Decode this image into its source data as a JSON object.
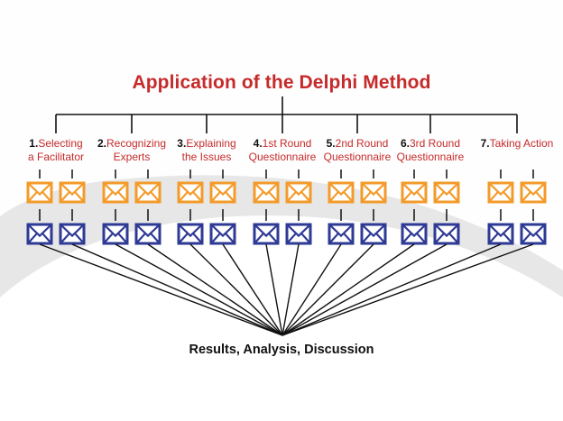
{
  "title": "Application of the Delphi Method",
  "steps": [
    {
      "num": "1.",
      "line1": "Selecting",
      "line2": "a Facilitator"
    },
    {
      "num": "2.",
      "line1": "Recognizing",
      "line2": "Experts"
    },
    {
      "num": "3.",
      "line1": "Explaining",
      "line2": "the Issues"
    },
    {
      "num": "4.",
      "line1": "1st Round",
      "line2": "Questionnaire"
    },
    {
      "num": "5.",
      "line1": "2nd Round",
      "line2": "Questionnaire"
    },
    {
      "num": "6.",
      "line1": "3rd Round",
      "line2": "Questionnaire"
    },
    {
      "num": "7.",
      "line1": "Taking Action",
      "line2": ""
    }
  ],
  "result": "Results, Analysis, Discussion",
  "colors": {
    "title": "#c62a2a",
    "envelope_top": "#f39b2a",
    "envelope_bottom": "#2e3a94",
    "lines": "#111111"
  },
  "icons": {
    "top_row": "envelope-icon",
    "bottom_row": "envelope-icon"
  }
}
